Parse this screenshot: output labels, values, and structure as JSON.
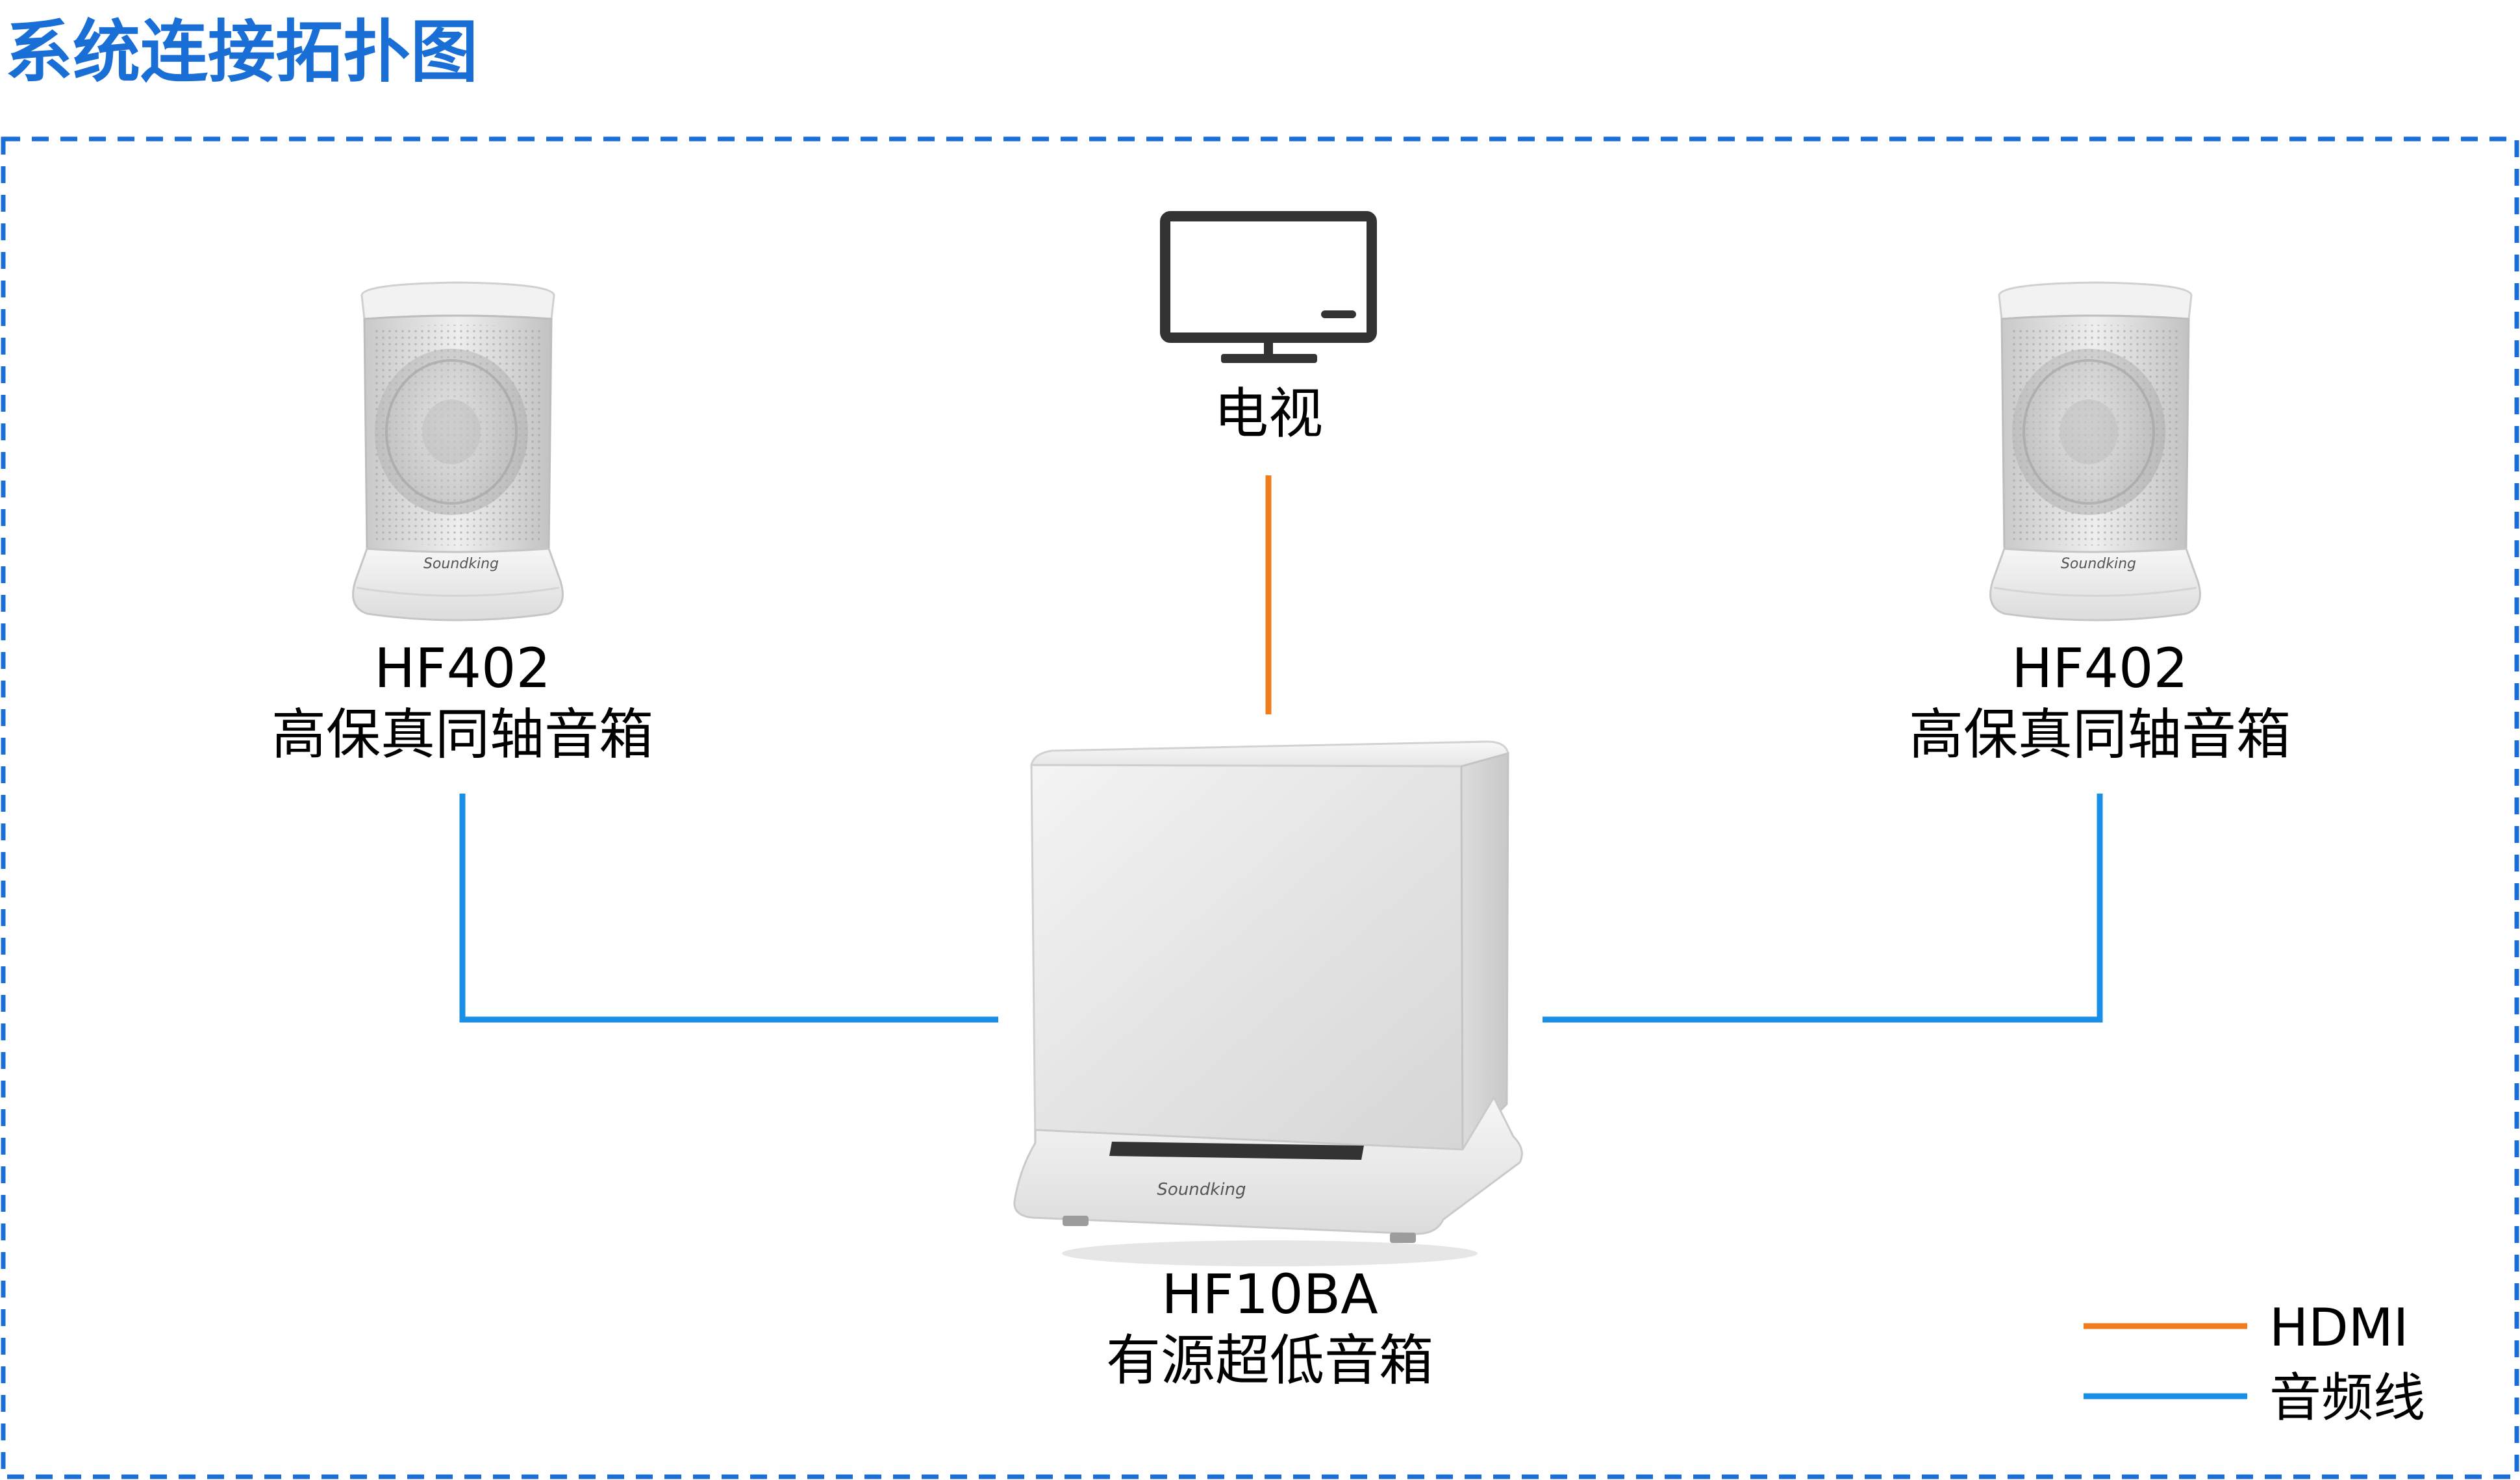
{
  "title": "系统连接拓扑图",
  "nodes": {
    "tv": {
      "label": "电视"
    },
    "left_speaker": {
      "model": "HF402",
      "desc": "高保真同轴音箱"
    },
    "right_speaker": {
      "model": "HF402",
      "desc": "高保真同轴音箱"
    },
    "subwoofer": {
      "model": "HF10BA",
      "desc": "有源超低音箱",
      "logo": "Soundking"
    }
  },
  "speaker_logo": "Soundking",
  "legend": [
    {
      "label": "HDMI",
      "color": "#f07c1e"
    },
    {
      "label": "音频线",
      "color": "#1a8fe6"
    }
  ],
  "colors": {
    "title": "#1a6fd6",
    "border": "#1a6fd6",
    "hdmi": "#f07c1e",
    "audio": "#1a8fe6"
  }
}
